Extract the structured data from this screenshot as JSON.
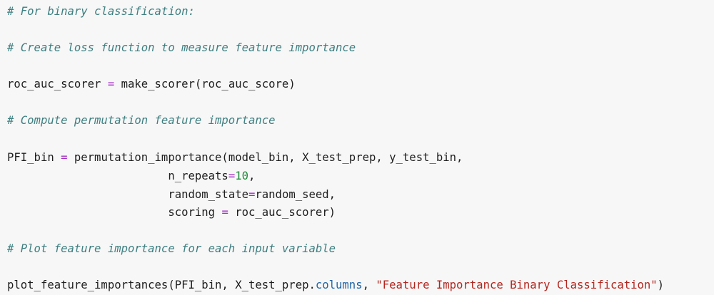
{
  "code": {
    "comment_binary": "# For binary classification:",
    "comment_loss": "# Create loss function to measure feature importance",
    "line_scorer": {
      "lhs": "roc_auc_scorer ",
      "op": "=",
      "rhs": " make_scorer(roc_auc_score)"
    },
    "comment_pfi": "# Compute permutation feature importance",
    "line_pfi": {
      "lhs": "PFI_bin ",
      "op": "=",
      "rhs": " permutation_importance(model_bin, X_test_prep, y_test_bin,"
    },
    "line_repeats": {
      "indent": "                        ",
      "name": "n_repeats",
      "op": "=",
      "value": "10",
      "tail": ","
    },
    "line_random": {
      "indent": "                        ",
      "name": "random_state",
      "op": "=",
      "value": "random_seed,"
    },
    "line_scoring": {
      "indent": "                        ",
      "name": "scoring ",
      "op": "=",
      "value": " roc_auc_scorer)"
    },
    "comment_plot": "# Plot feature importance for each input variable",
    "line_plot": {
      "head": "plot_feature_importances(PFI_bin, X_test_prep.",
      "attr": "columns",
      "mid": ", ",
      "str": "\"Feature Importance Binary Classification\"",
      "tail": ")"
    }
  },
  "colors": {
    "background": "#f7f7f7",
    "comment": "#3e7f81",
    "operator": "#a32cc4",
    "number": "#1f8a3a",
    "string": "#b3261e",
    "attribute": "#2166a6"
  }
}
